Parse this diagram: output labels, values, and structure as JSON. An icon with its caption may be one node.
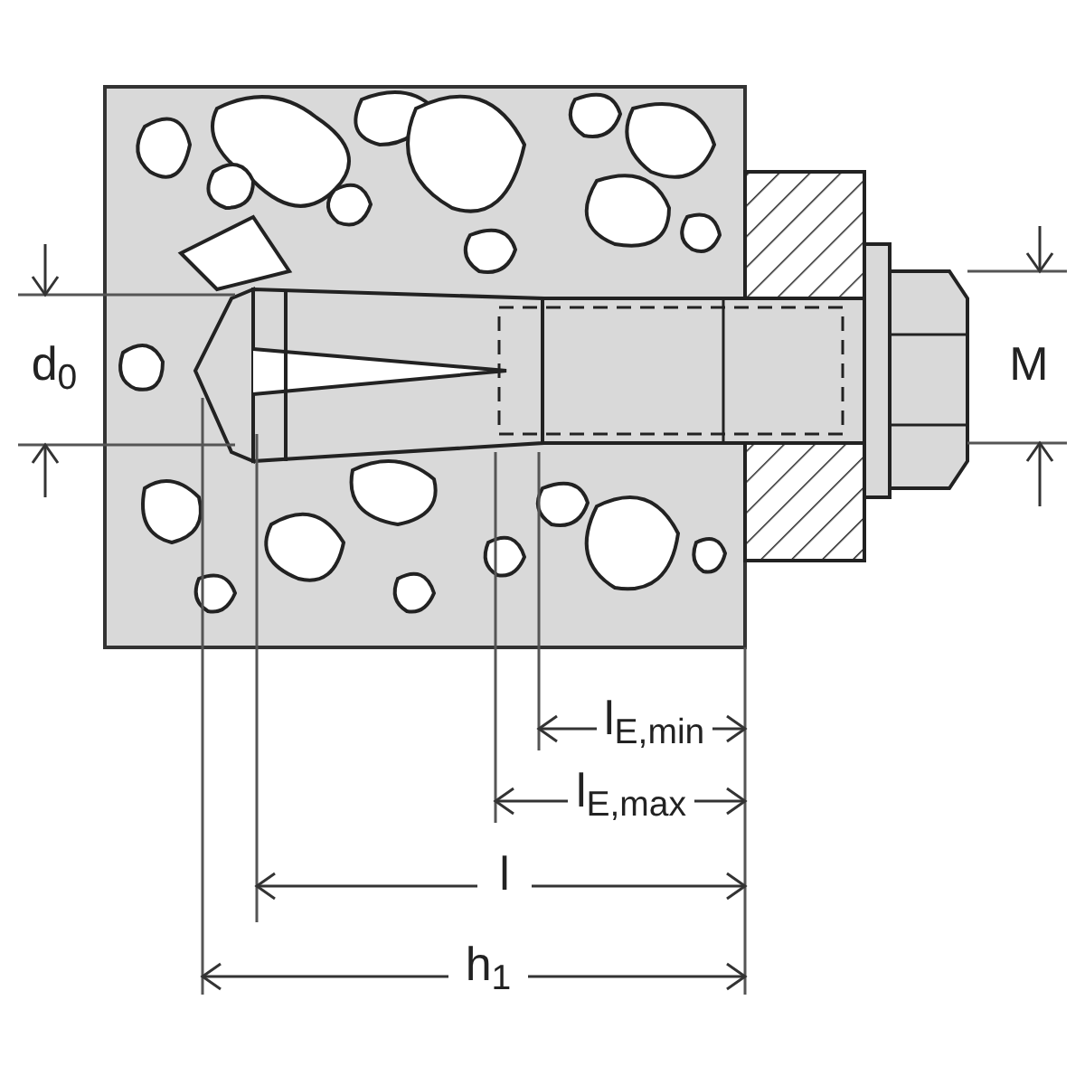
{
  "diagram": {
    "labels": [
      "d$_{0}$",
      "M",
      "l$_{E,min}$",
      "l$_{E,max}$",
      "l",
      "h$_{1}$"
    ]
  }
}
